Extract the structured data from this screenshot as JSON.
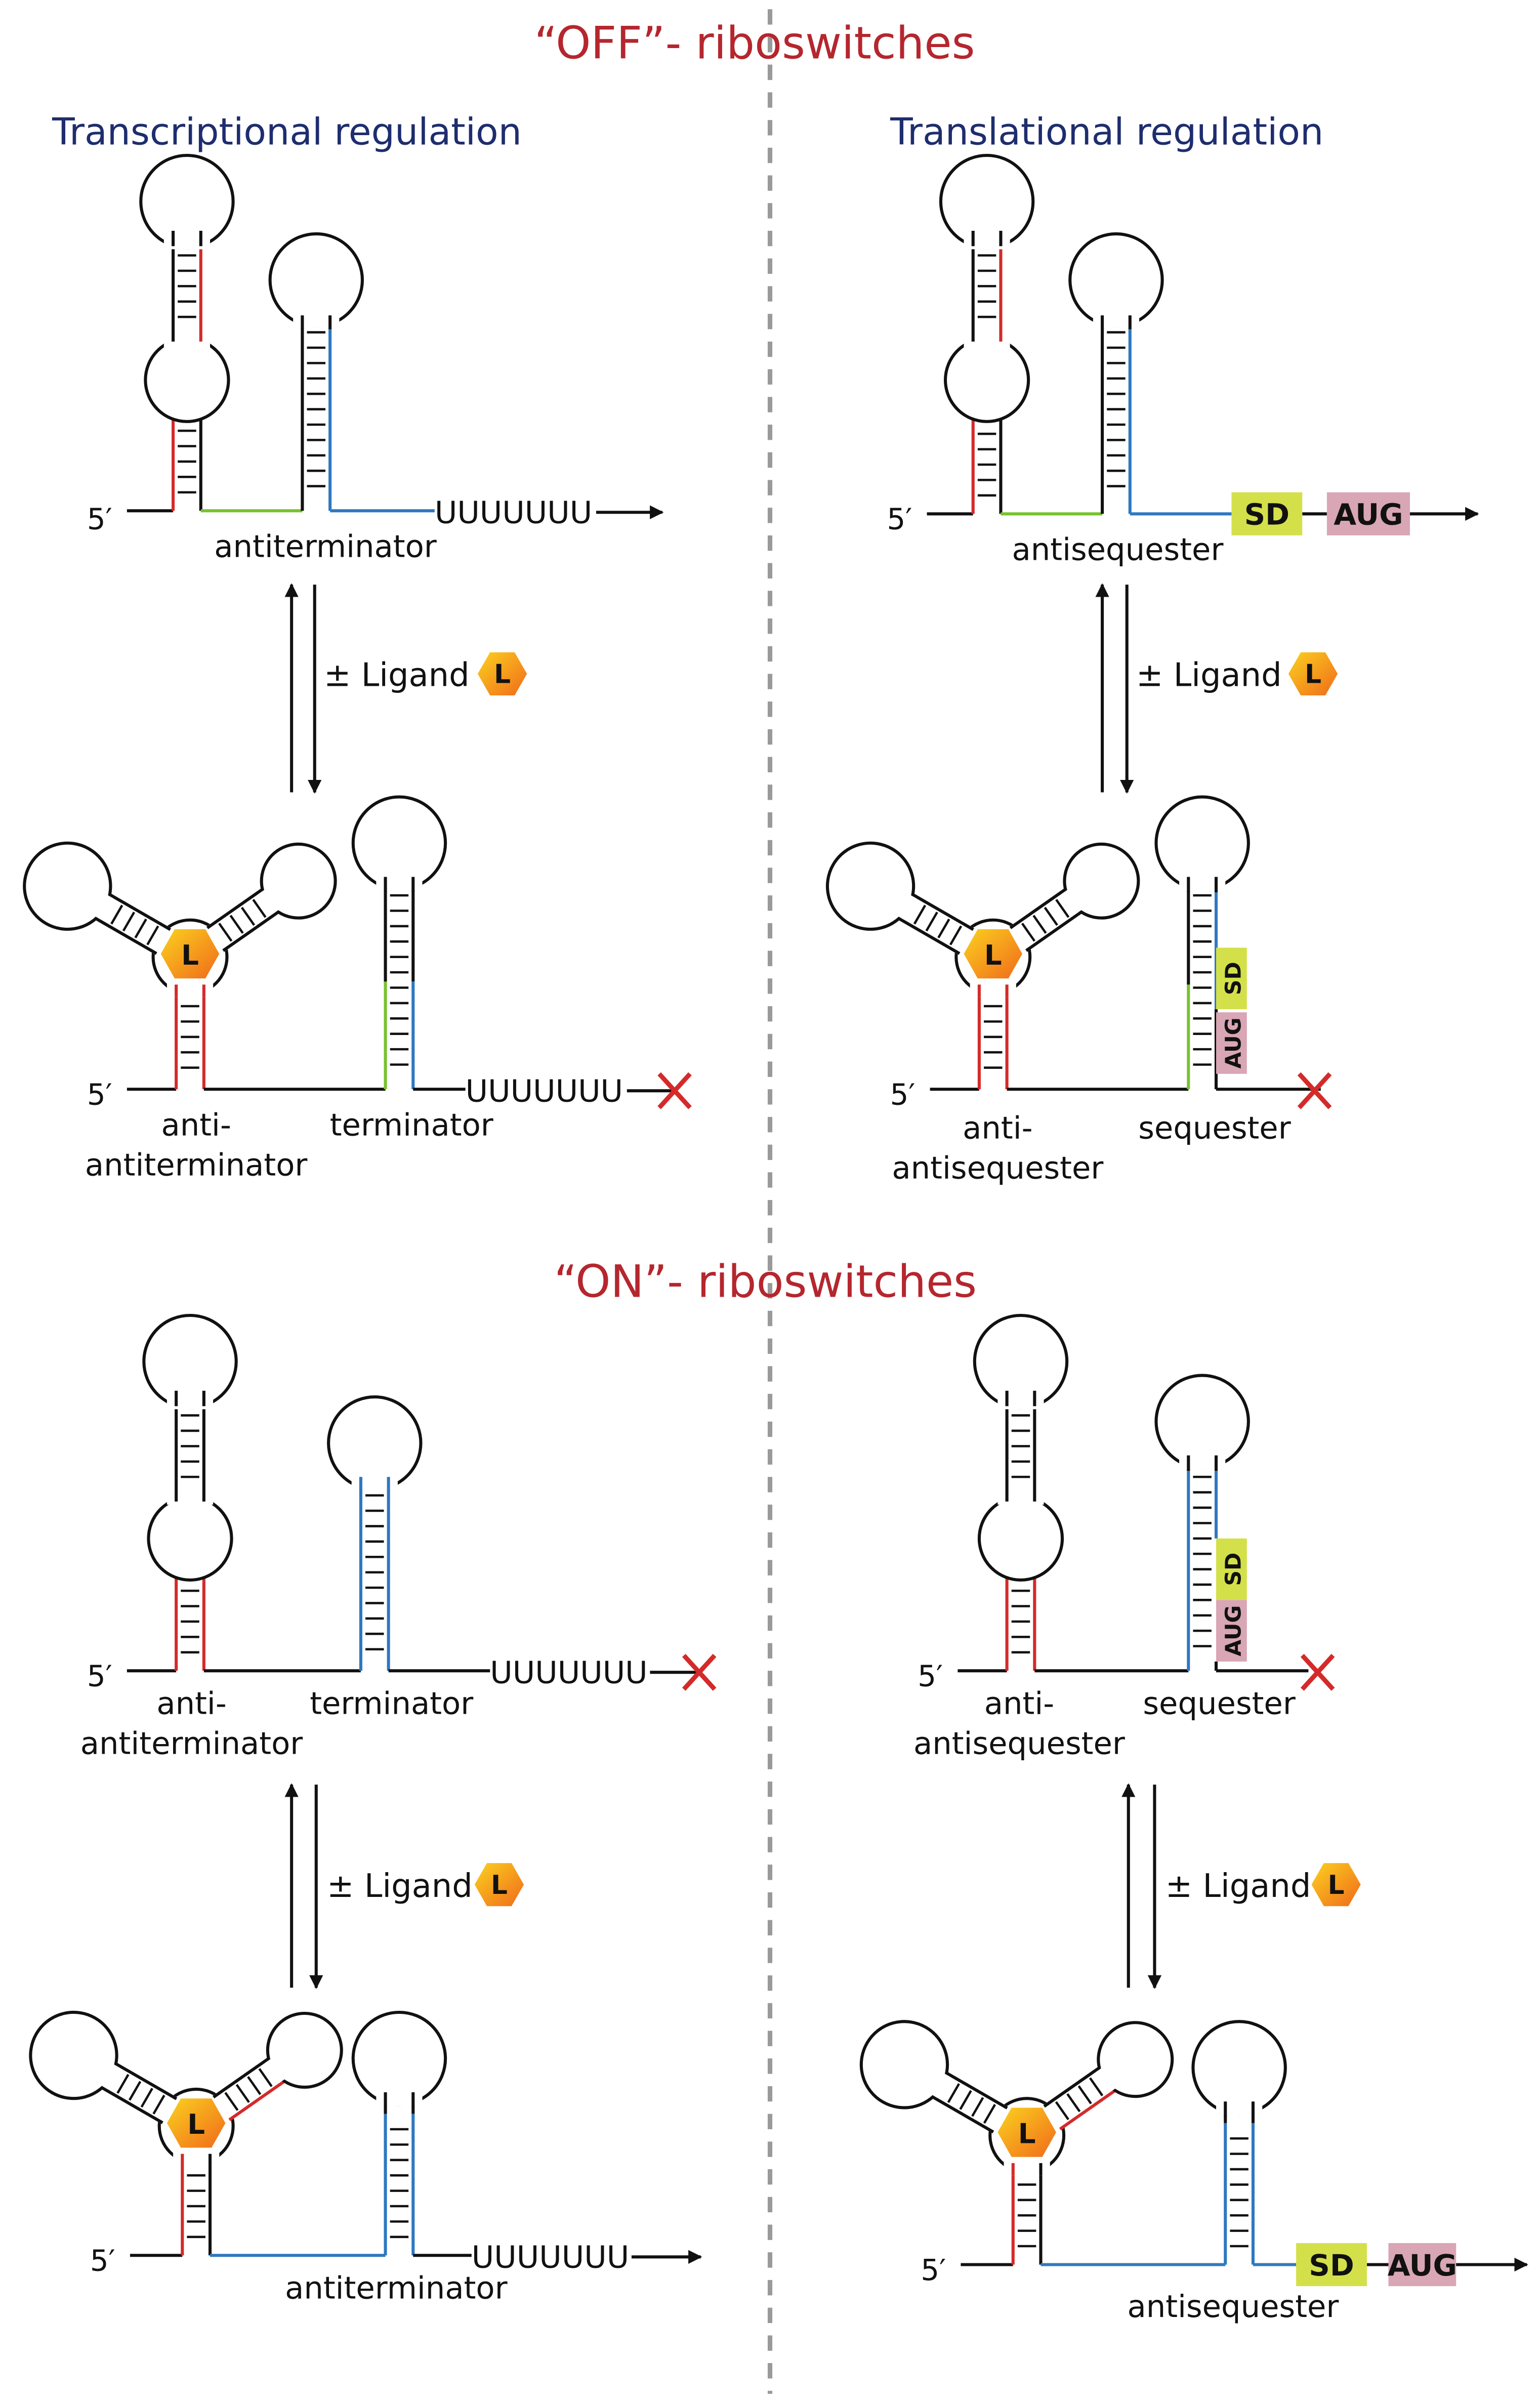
{
  "headers": {
    "off": "“OFF”- riboswitches",
    "on": "“ON”- riboswitches"
  },
  "subtitles": {
    "transcriptional": "Transcriptional regulation",
    "translational": "Translational regulation"
  },
  "labels": {
    "antiterminator": "antiterminator",
    "antisequester": "antisequester",
    "anti": "anti-",
    "terminator": "terminator",
    "sequester": "sequester"
  },
  "common": {
    "five_prime": "5′",
    "u_tract": "UUUUUUU",
    "ligand": "± Ligand",
    "ligand_symbol": "L",
    "sd": "SD",
    "aug": "AUG"
  },
  "colors": {
    "header": "#b5262e",
    "subtitle": "#1e2d6e",
    "red_strand": "#d42a2a",
    "blue_strand": "#2e78c0",
    "green_strand": "#78c22e",
    "sd_box": "#d4e04a",
    "aug_box": "#d9a6b6",
    "ligand_hexagon": "#f39a1c"
  }
}
